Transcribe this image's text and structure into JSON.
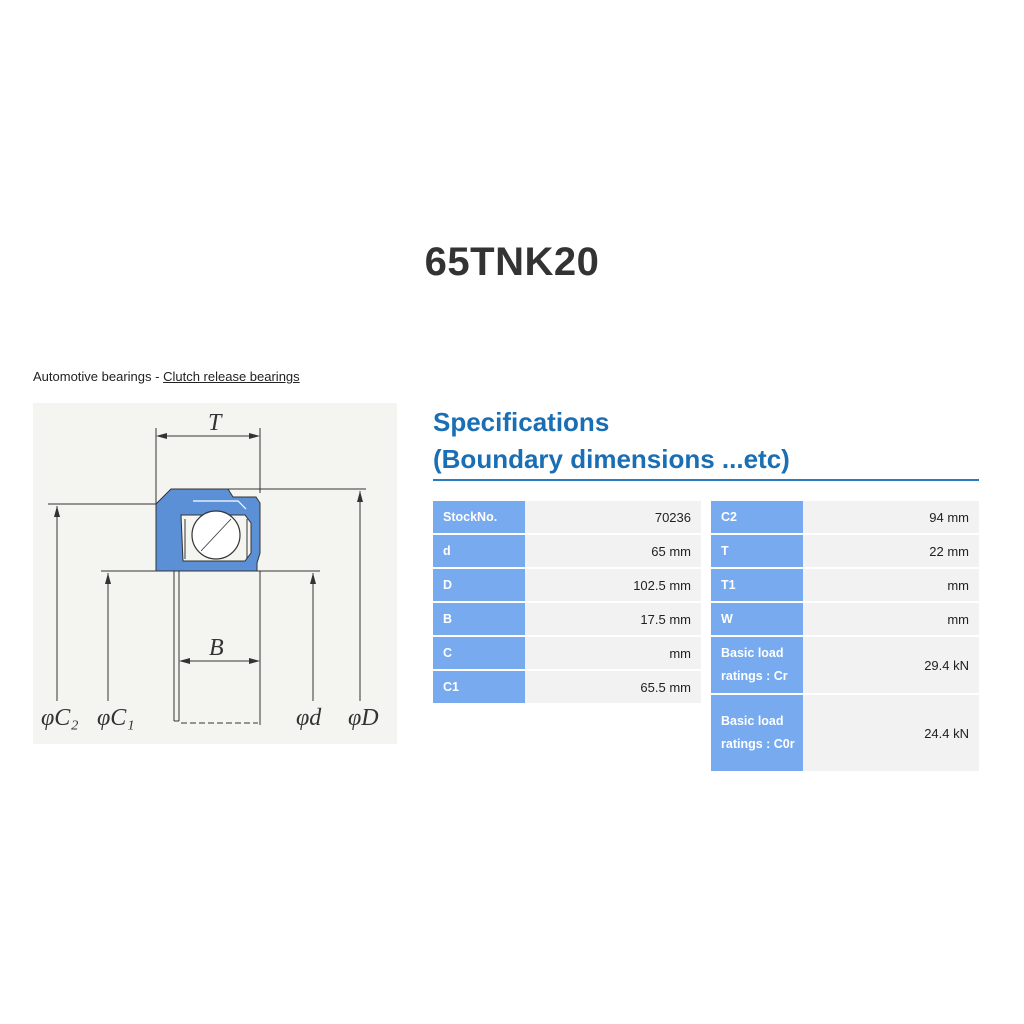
{
  "page": {
    "title": "65TNK20"
  },
  "breadcrumb": {
    "category": "Automotive bearings",
    "separator": " - ",
    "link": "Clutch release bearings"
  },
  "diagram": {
    "labels": {
      "T": "T",
      "B": "B",
      "C2": "φC₂",
      "C1": "φC₁",
      "d": "φd",
      "D": "φD"
    },
    "colors": {
      "seal": "#5b8fd6",
      "line": "#333333",
      "background": "#f4f4f1"
    }
  },
  "specifications": {
    "title_line1": "Specifications",
    "title_line2": "(Boundary dimensions ...etc)",
    "left": [
      {
        "key": "StockNo.",
        "value": "70236"
      },
      {
        "key": "d",
        "value": "65 mm"
      },
      {
        "key": "D",
        "value": "102.5 mm"
      },
      {
        "key": "B",
        "value": "17.5 mm"
      },
      {
        "key": "C",
        "value": "mm"
      },
      {
        "key": "C1",
        "value": "65.5 mm"
      }
    ],
    "right": [
      {
        "key": "C2",
        "value": "94 mm"
      },
      {
        "key": "T",
        "value": "22 mm"
      },
      {
        "key": "T1",
        "value": "mm"
      },
      {
        "key": "W",
        "value": "mm"
      },
      {
        "key": "Basic load ratings : Cr",
        "value": "29.4 kN"
      },
      {
        "key": "Basic load ratings : C0r",
        "value": "24.4 kN"
      }
    ],
    "colors": {
      "title": "#1a6eb4",
      "key_bg": "#77aaee",
      "value_bg": "#f2f2f2"
    }
  }
}
